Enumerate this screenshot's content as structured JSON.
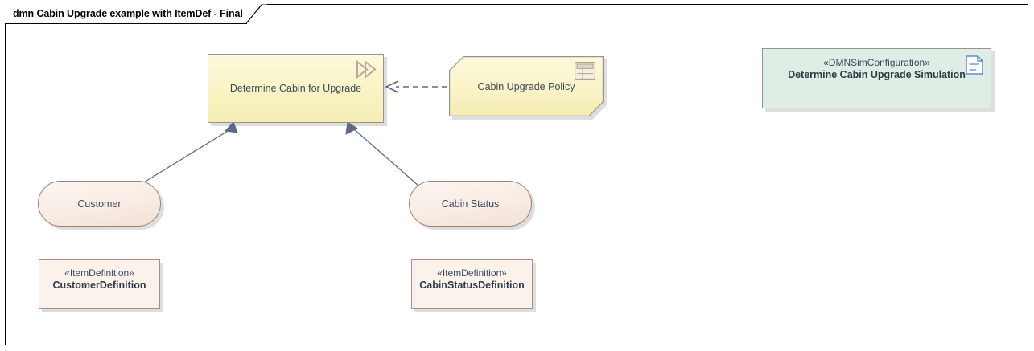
{
  "diagram": {
    "title": "dmn Cabin Upgrade example with ItemDef - Final",
    "type": "dmn-decision-requirements-diagram"
  },
  "nodes": {
    "decision": {
      "label": "Determine Cabin for Upgrade",
      "icon": "double-chevron-icon",
      "fill": "#f9f3c4",
      "border": "#a08f90"
    },
    "business_knowledge": {
      "label": "Cabin Upgrade Policy",
      "icon": "decision-table-icon",
      "fill": "#f9f3c4",
      "border": "#a08f90"
    },
    "sim_configuration": {
      "stereotype": "«DMNSimConfiguration»",
      "name": "Determine Cabin Upgrade Simulation",
      "icon": "document-icon",
      "fill": "#deeee4",
      "border": "#a08f90"
    },
    "input_customer": {
      "label": "Customer",
      "fill": "#f8ece4",
      "border": "#9f8077"
    },
    "input_cabin_status": {
      "label": "Cabin Status",
      "fill": "#f8ece4",
      "border": "#9f8077"
    },
    "itemdef_customer": {
      "stereotype": "«ItemDefinition»",
      "name": "CustomerDefinition",
      "fill": "#fbf2ec",
      "border": "#a08f90"
    },
    "itemdef_cabin_status": {
      "stereotype": "«ItemDefinition»",
      "name": "CabinStatusDefinition",
      "fill": "#fbf2ec",
      "border": "#a08f90"
    }
  },
  "connectors": [
    {
      "name": "knowledge-requirement",
      "from": "business_knowledge",
      "to": "decision",
      "style": "dashed",
      "arrowhead": "open",
      "color": "#5a6a87"
    },
    {
      "name": "information-requirement-customer",
      "from": "input_customer",
      "to": "decision",
      "style": "solid",
      "arrowhead": "filled",
      "color": "#5a6a87"
    },
    {
      "name": "information-requirement-cabin-status",
      "from": "input_cabin_status",
      "to": "decision",
      "style": "solid",
      "arrowhead": "filled",
      "color": "#5a6a87"
    }
  ]
}
